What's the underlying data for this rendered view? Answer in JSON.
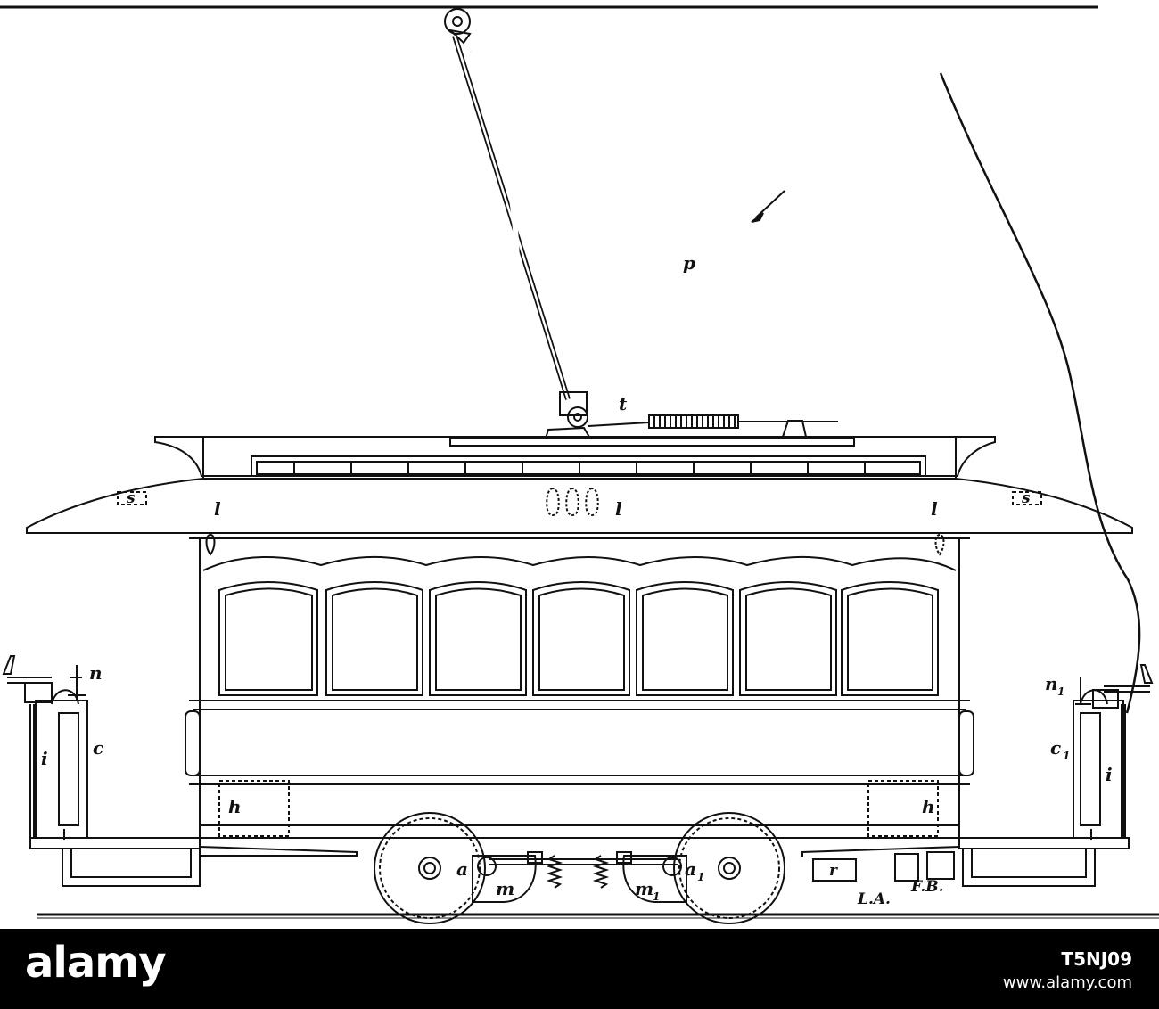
{
  "diagram": {
    "labels": {
      "p": "p",
      "t": "t",
      "l_left": "l",
      "l_center": "l",
      "l_right": "l",
      "s_left": "s",
      "s_right": "s",
      "n": "n",
      "n1_base": "n",
      "n1_sub": "1",
      "c": "c",
      "c1_base": "c",
      "c1_sub": "1",
      "i_left": "i",
      "i_right": "i",
      "h_left": "h",
      "h_right": "h",
      "a": "a",
      "a1_base": "a",
      "a1_sub": "1",
      "m": "m",
      "m1_base": "m",
      "m1_sub": "1",
      "r": "r",
      "la": "L.A.",
      "fb": "F.B."
    }
  },
  "footer": {
    "logo": "alamy",
    "image_id": "T5NJ09",
    "site": "www.alamy.com"
  }
}
